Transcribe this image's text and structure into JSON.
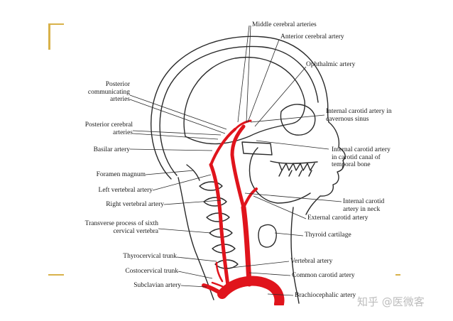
{
  "diagram": {
    "labels": {
      "middle_cerebral": "Middle cerebral arteries",
      "anterior_cerebral": "Anterior cerebral artery",
      "ophthalmic": "Ophthalmic artery",
      "posterior_communicating": "Posterior communicating arteries",
      "posterior_cerebral": "Posterior cerebral arteries",
      "internal_carotid_cavernous": "Internal carotid artery in cavernous sinus",
      "basilar": "Basilar artery",
      "internal_carotid_canal": "Internal carotid artery in carotid canal of temporal bone",
      "foramen_magnum": "Foramen magnum",
      "left_vertebral": "Left vertebral artery",
      "right_vertebral": "Right vertebral artery",
      "internal_carotid_neck": "Internal carotid artery in neck",
      "external_carotid": "External carotid artery",
      "transverse_process": "Transverse process of sixth cervical vertebra",
      "thyroid_cartilage": "Thyroid cartilage",
      "thyrocervical": "Thyrocervical trunk",
      "vertebral": "Vertebral artery",
      "costocervical": "Costocervical trunk",
      "common_carotid": "Common carotid artery",
      "subclavian": "Subclavian artery",
      "brachiocephalic": "Brachiocephalic artery"
    },
    "artery_color": "#e0141c",
    "line_color": "#2a2a2a"
  },
  "watermark": "知乎 @医微客"
}
